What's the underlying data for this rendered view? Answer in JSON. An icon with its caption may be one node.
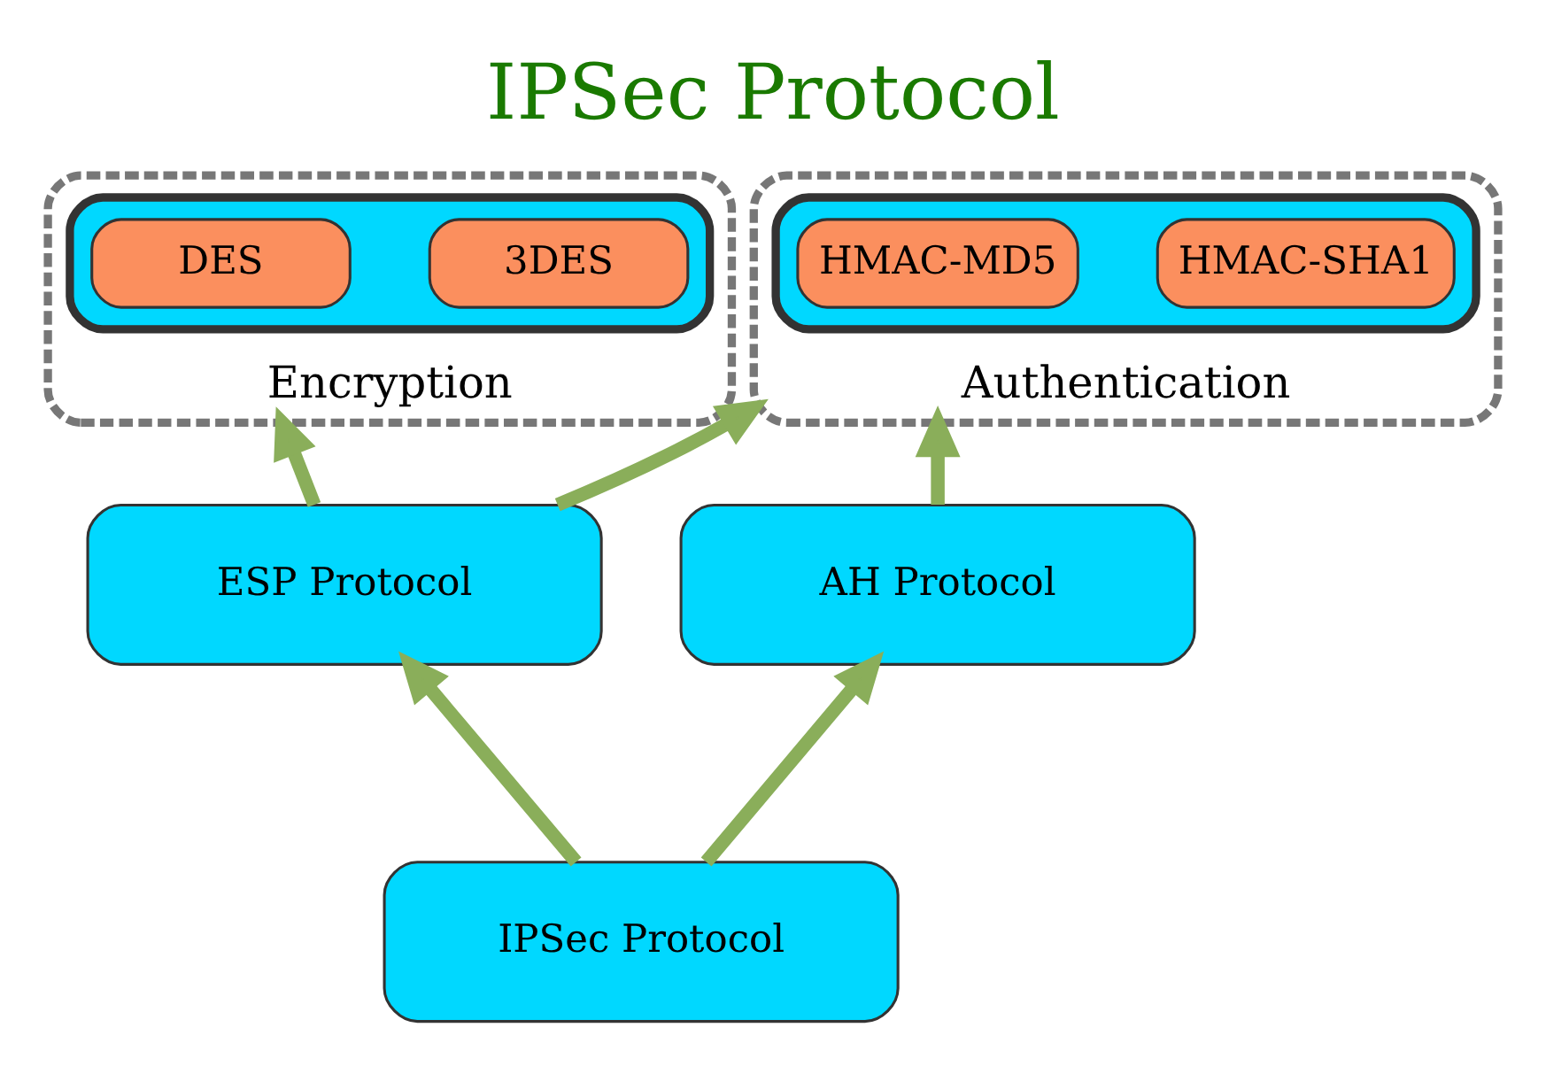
{
  "diagram": {
    "title": "IPSec Protocol",
    "nodes": [
      {
        "text": [
          "Encryption"
        ]
      },
      {
        "text": [],
        "shape": "box",
        "in": 0
      },
      {
        "text": [
          "DES"
        ],
        "in": 1
      },
      {
        "text": [
          "3DES"
        ],
        "in": 1
      },
      {
        "text": [
          "Authentication"
        ]
      },
      {
        "text": [],
        "shape": "box",
        "in": 4
      },
      {
        "text": [
          "HMAC-MD5"
        ],
        "in": 5
      },
      {
        "text": [
          "HMAC-SHA1"
        ],
        "in": 5
      },
      {
        "text": [
          "ESP Protocol"
        ]
      },
      {
        "text": [
          "AH Protocol"
        ]
      },
      {
        "text": [
          "IPSec Protocol"
        ]
      }
    ],
    "edges": [
      {
        "from": 8,
        "to": 0,
        "arrow": "to"
      },
      {
        "from": 8,
        "to": 4,
        "arrow": "to"
      },
      {
        "from": 9,
        "to": 4,
        "arrow": "to"
      },
      {
        "from": 10,
        "to": 8,
        "arrow": "to"
      },
      {
        "from": 10,
        "to": 9,
        "arrow": "to"
      }
    ]
  }
}
